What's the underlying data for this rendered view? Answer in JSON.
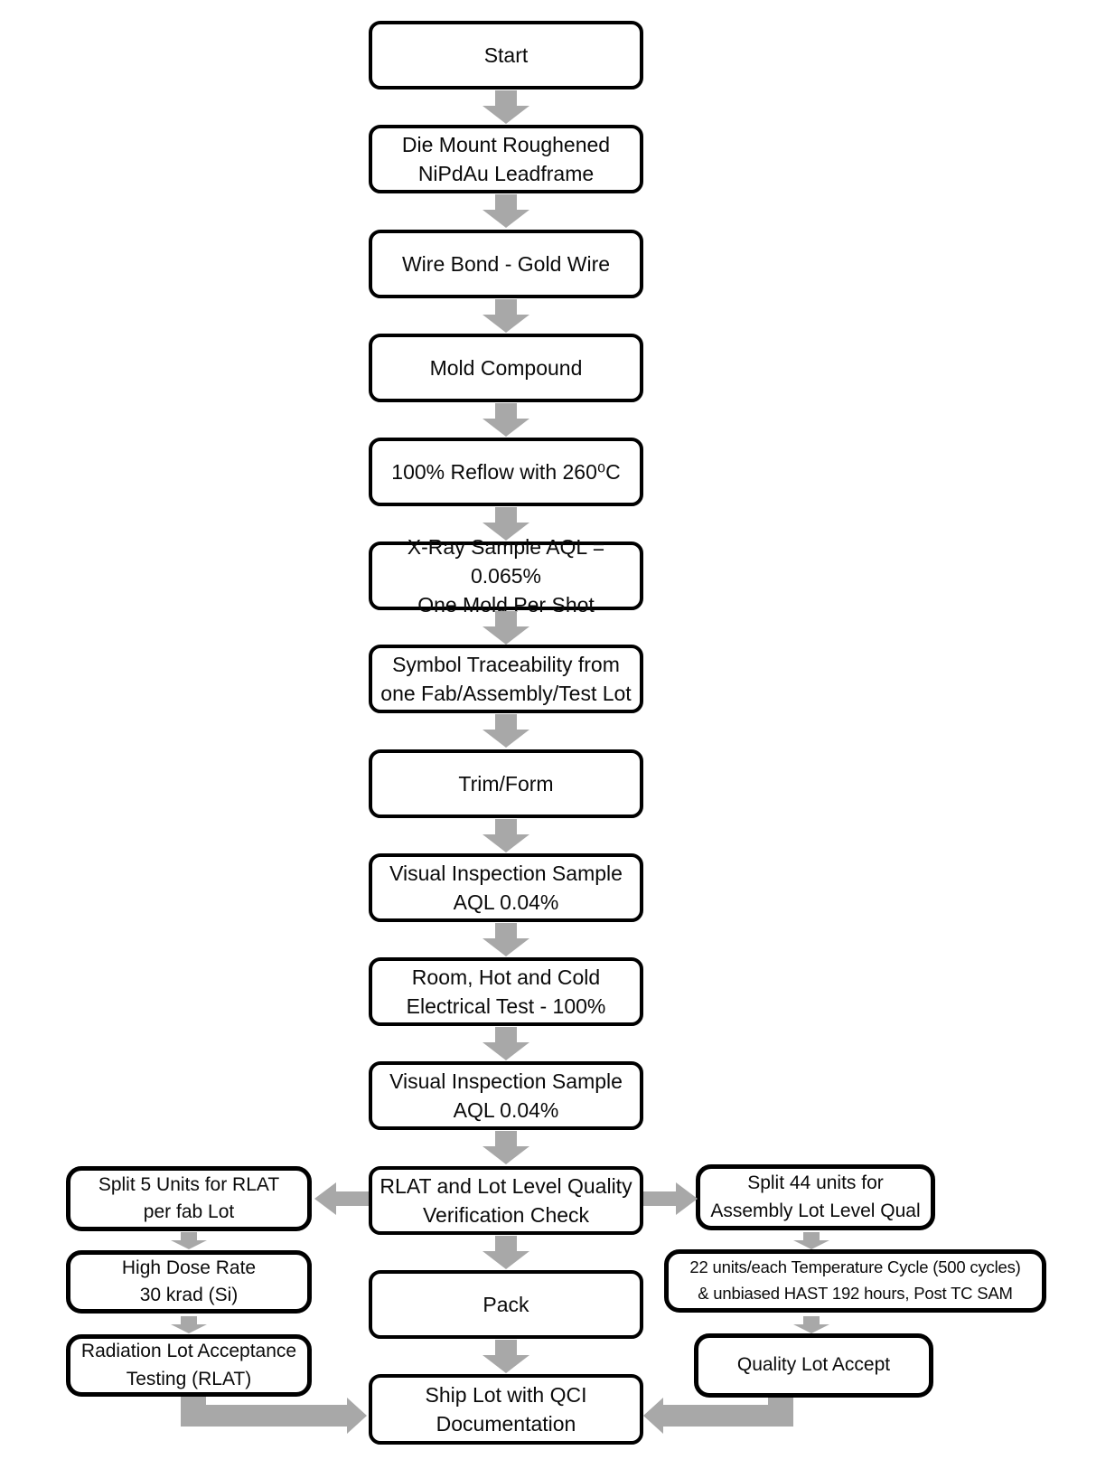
{
  "diagram": {
    "type": "flowchart",
    "colors": {
      "background": "#ffffff",
      "box_border": "#000000",
      "box_fill": "#ffffff",
      "text": "#0a0a0a",
      "arrow": "#a8a8a8"
    },
    "flow": {
      "main_sequence": [
        {
          "id": "start",
          "label": "Start"
        },
        {
          "id": "die-mount",
          "label": "Die Mount Roughened\nNiPdAu Leadframe"
        },
        {
          "id": "wire-bond",
          "label": "Wire Bond - Gold Wire"
        },
        {
          "id": "mold-compound",
          "label": "Mold Compound"
        },
        {
          "id": "reflow",
          "label": "100% Reflow with 260⁰C"
        },
        {
          "id": "xray-sample",
          "label": "X-Ray Sample AQL = 0.065%\nOne Mold Per Shot"
        },
        {
          "id": "symbol-traceability",
          "label": "Symbol Traceability from\none Fab/Assembly/Test Lot"
        },
        {
          "id": "trim-form",
          "label": "Trim/Form"
        },
        {
          "id": "visual-inspection-1",
          "label": "Visual Inspection Sample\nAQL 0.04%"
        },
        {
          "id": "electrical-test",
          "label": "Room, Hot and Cold\nElectrical Test - 100%"
        },
        {
          "id": "visual-inspection-2",
          "label": "Visual Inspection Sample\nAQL 0.04%"
        },
        {
          "id": "rlat-verification-check",
          "label": "RLAT and Lot Level Quality\nVerification Check"
        },
        {
          "id": "pack",
          "label": "Pack"
        },
        {
          "id": "ship-lot",
          "label": "Ship Lot with QCI\nDocumentation"
        }
      ],
      "left_branch": [
        {
          "id": "split-5-units",
          "label": "Split 5 Units for RLAT\nper fab Lot"
        },
        {
          "id": "high-dose-rate",
          "label": "High Dose Rate\n30 krad (Si)"
        },
        {
          "id": "radiation-lot-acceptance",
          "label": "Radiation Lot Acceptance\nTesting (RLAT)"
        }
      ],
      "right_branch": [
        {
          "id": "split-44-units",
          "label": "Split 44 units for\nAssembly Lot Level Qual"
        },
        {
          "id": "temp-cycle-hast",
          "label": "22 units/each Temperature Cycle (500 cycles)\n& unbiased HAST 192 hours, Post TC SAM"
        },
        {
          "id": "quality-lot-accept",
          "label": "Quality Lot Accept"
        }
      ]
    }
  }
}
